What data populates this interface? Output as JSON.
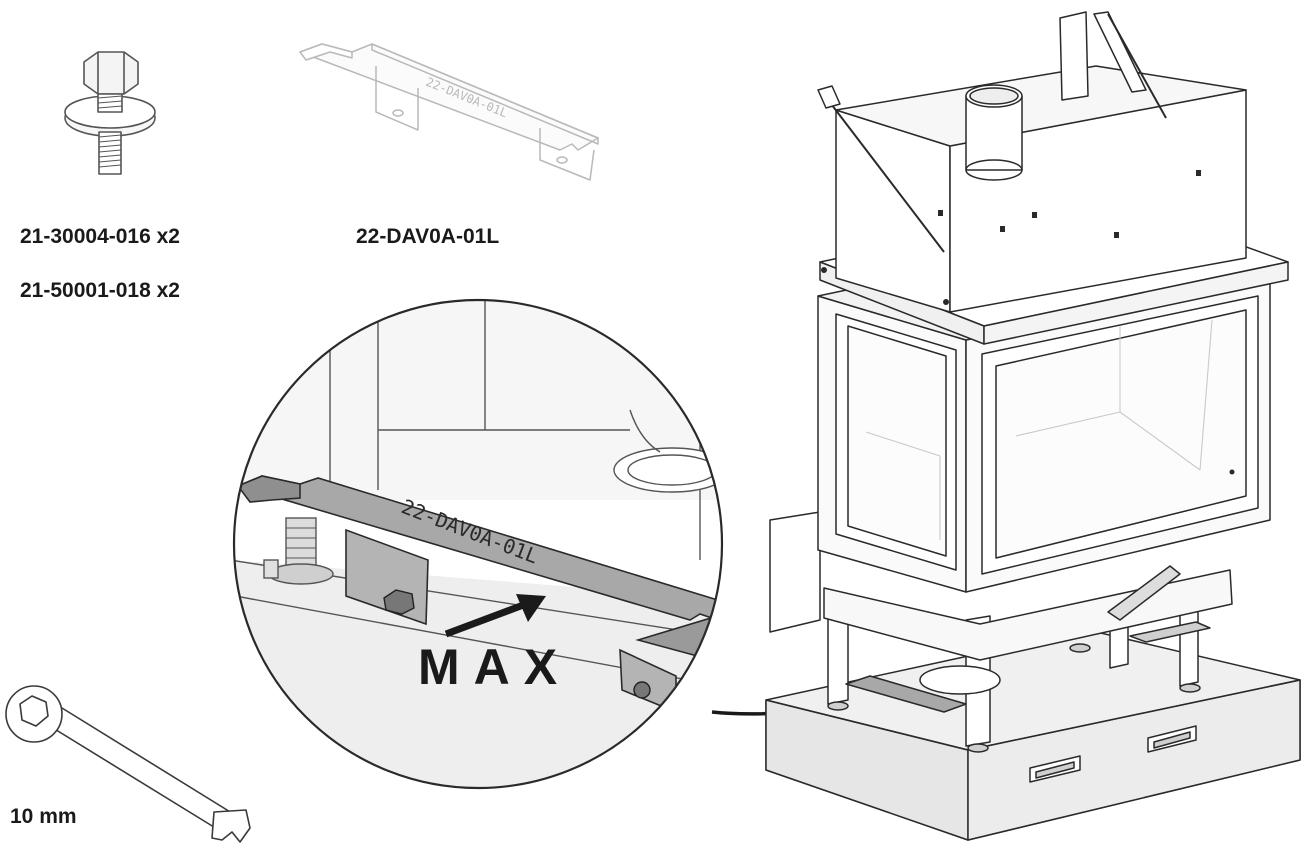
{
  "parts": {
    "bolt_code": "21-30004-016 x2",
    "washer_code": "21-50001-018 x2",
    "bracket_code": "22-DAV0A-01L"
  },
  "detail": {
    "bracket_stamp": "22-DAV0A-01L",
    "max_label": "MAX"
  },
  "tool": {
    "wrench_size": "10 mm"
  },
  "colors": {
    "line": "#2a2a2a",
    "bracket_fill": "#a8a8a8",
    "panel_fill": "#f2f2f2",
    "base_fill": "#e6e6e6"
  }
}
